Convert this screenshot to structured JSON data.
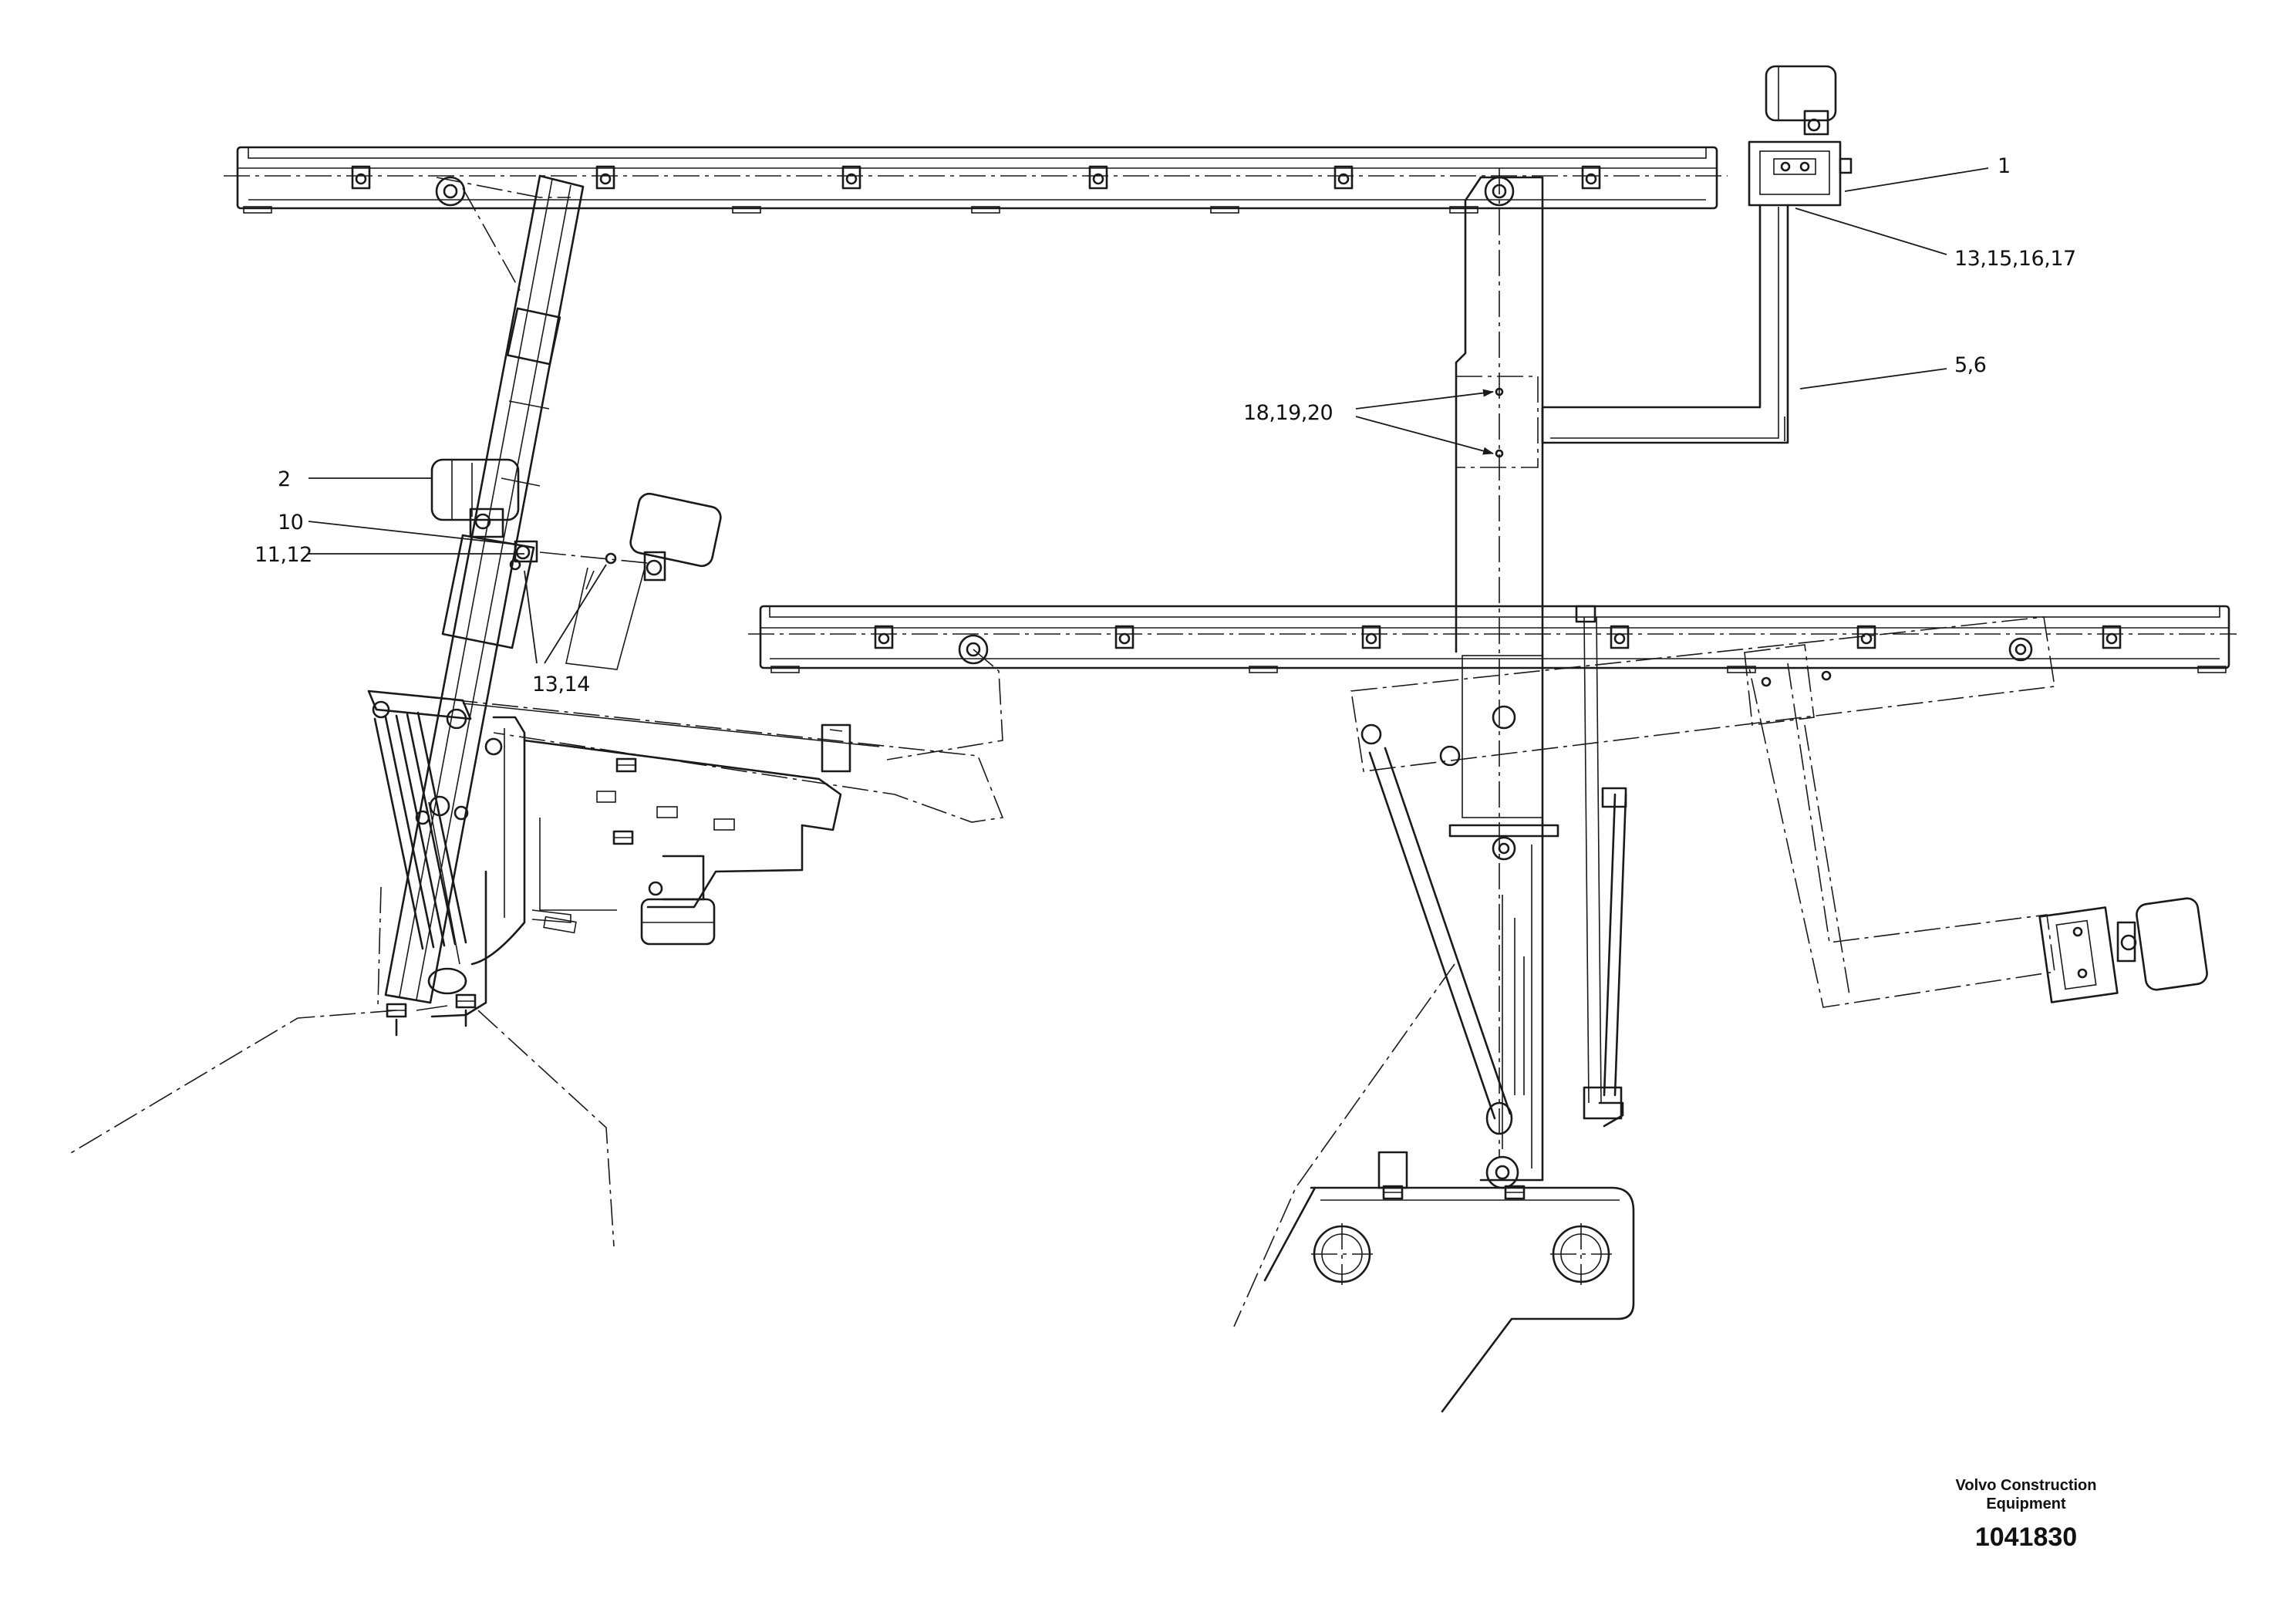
{
  "callouts": {
    "c1": "1",
    "c13_15_16_17": "13,15,16,17",
    "c5_6": "5,6",
    "c18_19_20": "18,19,20",
    "c2": "2",
    "c10": "10",
    "c11_12": "11,12",
    "c13_14": "13,14"
  },
  "title_block": {
    "maker_line1": "Volvo Construction",
    "maker_line2": "Equipment",
    "document_number": "1041830"
  },
  "colors": {
    "ink": "#1a1a1a",
    "paper": "#ffffff"
  }
}
